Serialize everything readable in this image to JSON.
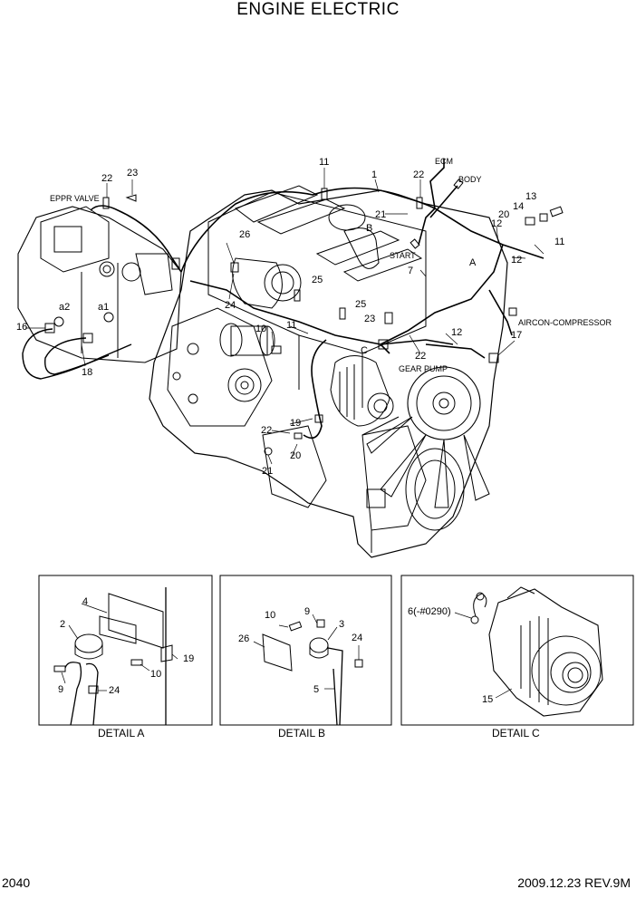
{
  "title": "ENGINE ELECTRIC",
  "page_number": "2040",
  "revision": "2009.12.23  REV.9M",
  "labels": {
    "eppr_valve": "EPPR VALVE",
    "ecm": "ECM",
    "body": "BODY",
    "start": "START",
    "aircon": "AIRCON-COMPRESSOR",
    "gear_pump": "GEAR PUMP",
    "a": "A",
    "b": "B",
    "c": "C",
    "a1": "a1",
    "a2": "a2",
    "part6": "6(-#0290)"
  },
  "callouts": {
    "c1": "1",
    "c7": "7",
    "c10": "10",
    "c11a": "11",
    "c11b": "11",
    "c11c": "11",
    "c12a": "12",
    "c12b": "12",
    "c12c": "12",
    "c13": "13",
    "c14": "14",
    "c16": "16",
    "c17": "17",
    "c18": "18",
    "c19": "19",
    "c20a": "20",
    "c20b": "20",
    "c21a": "21",
    "c21b": "21",
    "c22a": "22",
    "c22b": "22",
    "c22c": "22",
    "c22d": "22",
    "c23a": "23",
    "c23b": "23",
    "c24": "24",
    "c25a": "25",
    "c25b": "25",
    "c26": "26"
  },
  "details": {
    "a": {
      "label": "DETAIL A",
      "parts": {
        "p4": "4",
        "p2": "2",
        "p19": "19",
        "p10": "10",
        "p9": "9",
        "p24": "24"
      }
    },
    "b": {
      "label": "DETAIL B",
      "parts": {
        "p10": "10",
        "p9": "9",
        "p3": "3",
        "p26": "26",
        "p24": "24",
        "p5": "5"
      }
    },
    "c": {
      "label": "DETAIL C",
      "parts": {
        "p15": "15"
      }
    }
  }
}
